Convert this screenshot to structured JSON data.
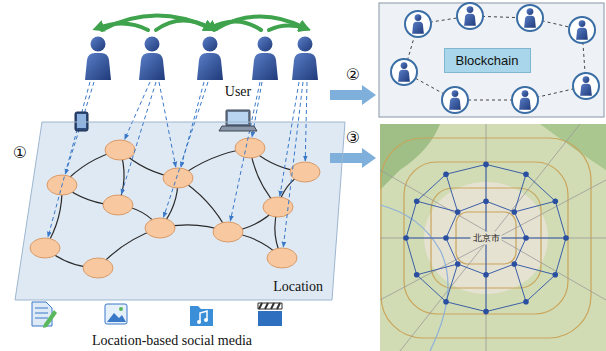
{
  "diagram": {
    "nodes": [
      {
        "text": [
          "Location"
        ]
      },
      {
        "text": [
          "Blockchain"
        ]
      }
    ],
    "labels": [
      "User",
      "①",
      "②",
      "③",
      "Location-based social media",
      "北京市"
    ]
  }
}
